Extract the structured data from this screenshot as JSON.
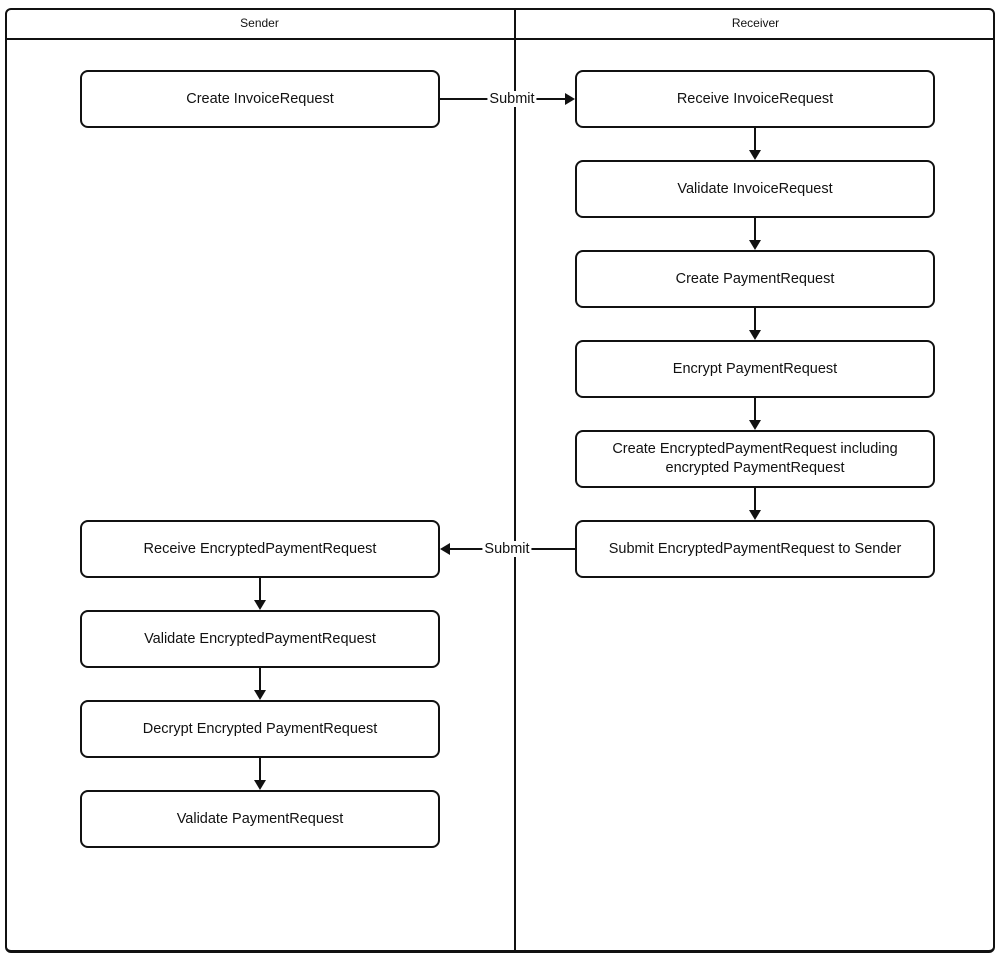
{
  "diagram": {
    "type": "swimlane-flowchart",
    "lanes": [
      {
        "label": "Sender"
      },
      {
        "label": "Receiver"
      }
    ],
    "nodes": [
      {
        "lane": "Sender",
        "label": "Create InvoiceRequest"
      },
      {
        "lane": "Receiver",
        "label": "Receive InvoiceRequest"
      },
      {
        "lane": "Receiver",
        "label": "Validate InvoiceRequest"
      },
      {
        "lane": "Receiver",
        "label": "Create PaymentRequest"
      },
      {
        "lane": "Receiver",
        "label": "Encrypt PaymentRequest"
      },
      {
        "lane": "Receiver",
        "label": "Create EncryptedPaymentRequest including encrypted PaymentRequest"
      },
      {
        "lane": "Receiver",
        "label": "Submit EncryptedPaymentRequest to Sender"
      },
      {
        "lane": "Sender",
        "label": "Receive EncryptedPaymentRequest"
      },
      {
        "lane": "Sender",
        "label": "Validate EncryptedPaymentRequest"
      },
      {
        "lane": "Sender",
        "label": "Decrypt Encrypted PaymentRequest"
      },
      {
        "lane": "Sender",
        "label": "Validate PaymentRequest"
      }
    ],
    "edges": [
      {
        "from": "Create InvoiceRequest",
        "to": "Receive InvoiceRequest",
        "label": "Submit"
      },
      {
        "from": "Submit EncryptedPaymentRequest to Sender",
        "to": "Receive EncryptedPaymentRequest",
        "label": "Submit"
      }
    ],
    "colors": {
      "line": "#111111",
      "background": "#ffffff"
    }
  }
}
